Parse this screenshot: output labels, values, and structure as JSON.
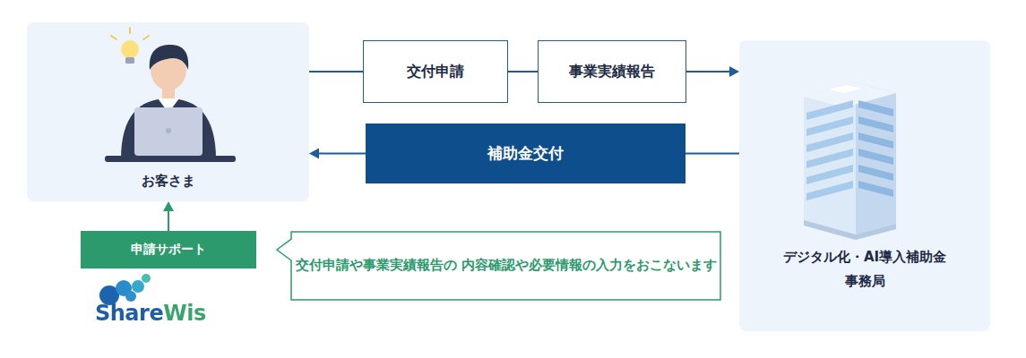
{
  "diagram": {
    "nodes": [
      {
        "text": [
          "お客さま"
        ]
      },
      {
        "text": [
          "交付申請"
        ]
      },
      {
        "text": [
          "事業実績報告"
        ]
      },
      {
        "text": [
          "補助金交付"
        ]
      },
      {
        "text": [
          "デジタル化・AI導入補助金 事務局"
        ]
      },
      {
        "text": [
          "申請サポート"
        ]
      },
      {
        "text": [
          "交付申請や事業実績報告の 内容確認や必要情報の入力をおこないます"
        ]
      }
    ],
    "edges": [
      {
        "from": 0,
        "to": 1,
        "arrow": "none"
      },
      {
        "from": 1,
        "to": 2,
        "arrow": "none"
      },
      {
        "from": 2,
        "to": 4,
        "arrow": "to"
      },
      {
        "from": 4,
        "to": 3,
        "arrow": "none"
      },
      {
        "from": 3,
        "to": 0,
        "arrow": "to"
      },
      {
        "from": 5,
        "to": 0,
        "arrow": "to"
      }
    ],
    "labels": [
      "ShareWis"
    ]
  }
}
